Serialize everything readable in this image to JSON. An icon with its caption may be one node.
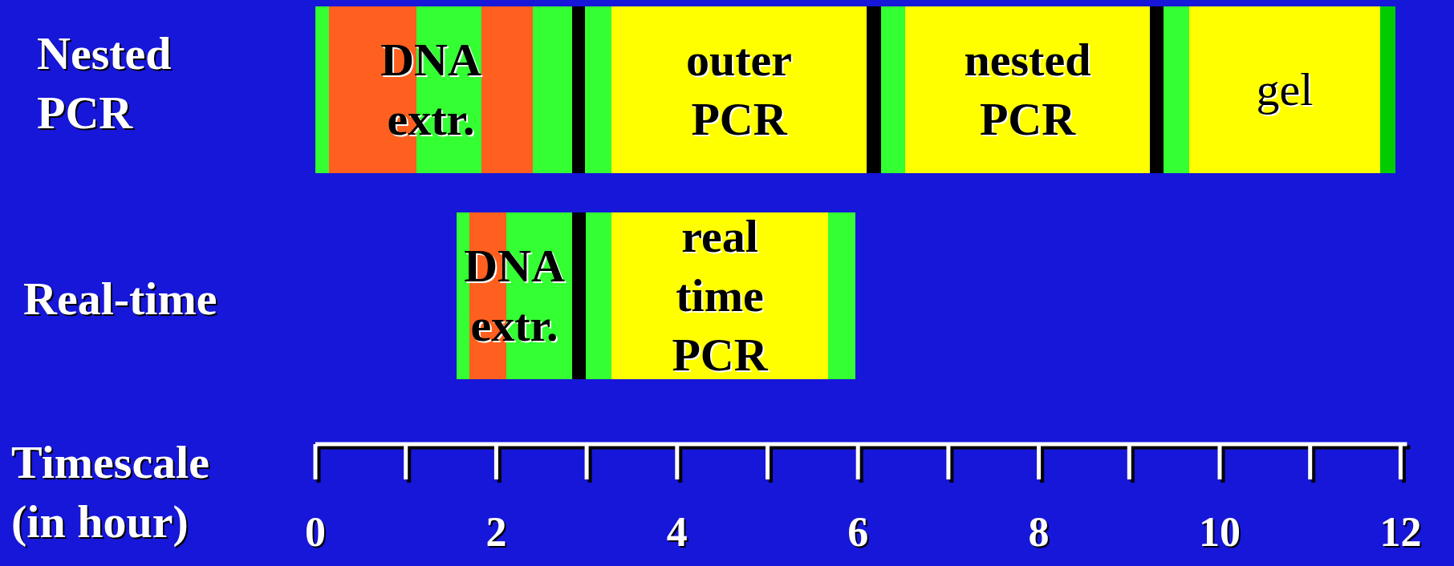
{
  "diagram": {
    "nodes": [
      {
        "text": [
          "DNA extr."
        ]
      },
      {
        "text": [
          "outer PCR"
        ]
      },
      {
        "text": [
          "nested PCR"
        ]
      },
      {
        "text": [
          "gel"
        ]
      },
      {
        "text": [
          "DNA extr."
        ]
      },
      {
        "text": [
          "real time PCR"
        ]
      }
    ],
    "labels": [
      "Nested PCR",
      "Real-time",
      "Timescale (in hour)",
      "0",
      "2",
      "4",
      "6",
      "8",
      "10",
      "12"
    ]
  }
}
